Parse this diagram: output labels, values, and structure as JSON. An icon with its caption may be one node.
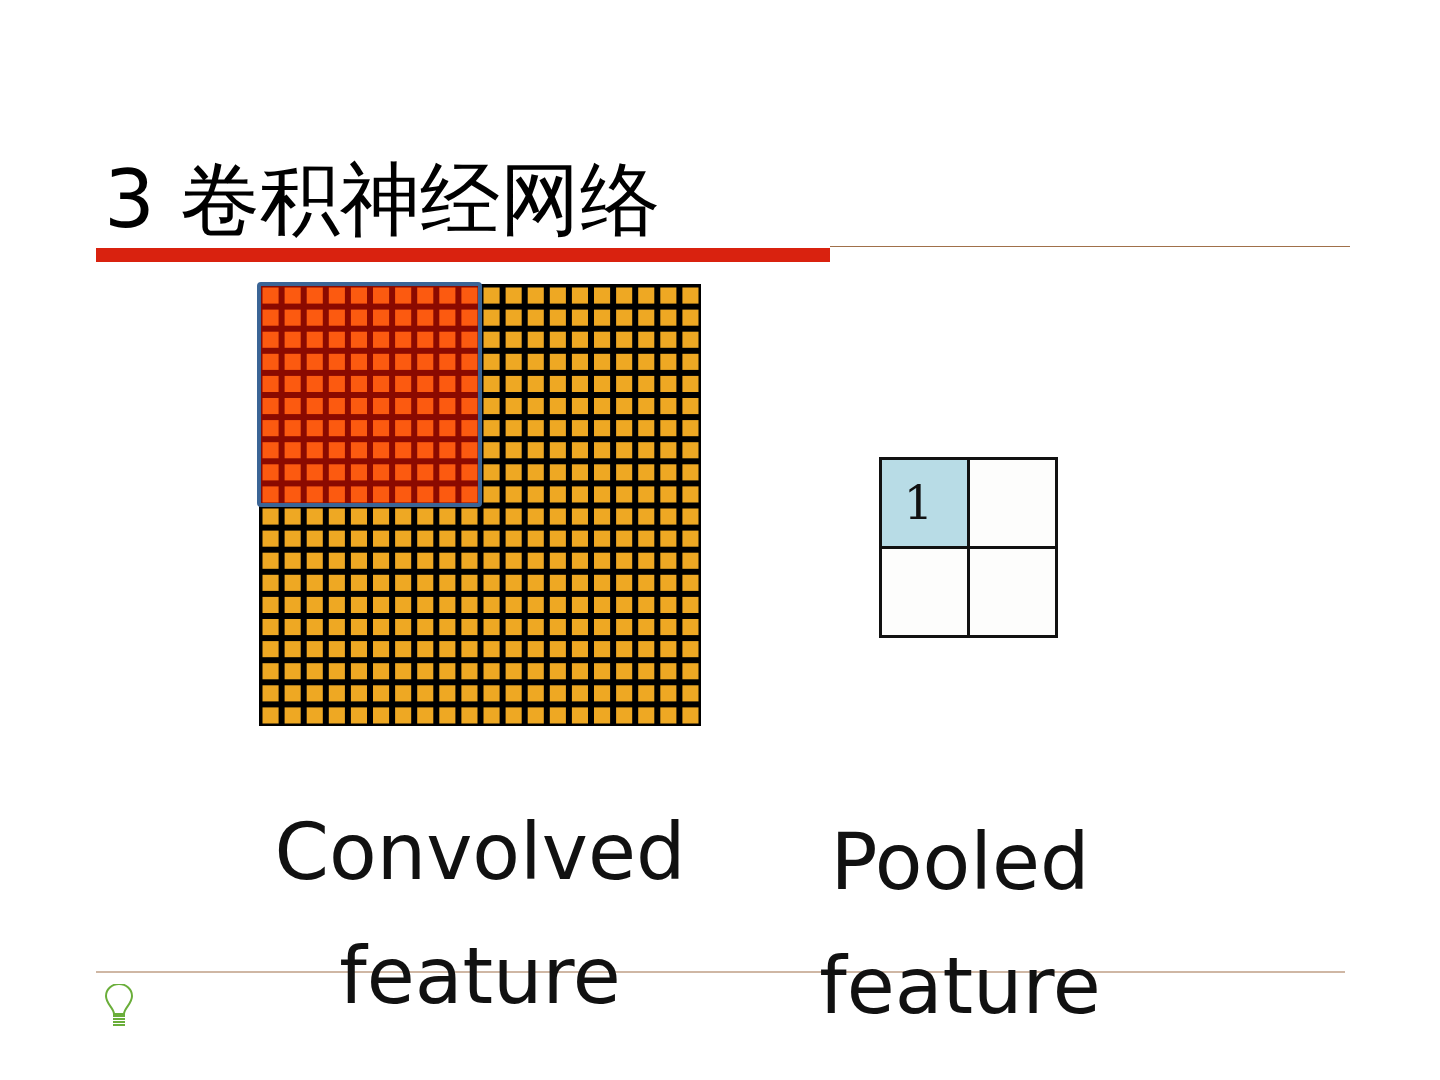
{
  "diagram": {
    "title": "3 卷积神经网络",
    "nodes": [
      {
        "text": [
          "1"
        ]
      },
      {
        "text": [],
        "shape": "box"
      },
      {
        "text": [],
        "shape": "box"
      },
      {
        "text": [],
        "shape": "box"
      }
    ],
    "labels": [
      "Convolved feature",
      "Pooled feature"
    ]
  }
}
